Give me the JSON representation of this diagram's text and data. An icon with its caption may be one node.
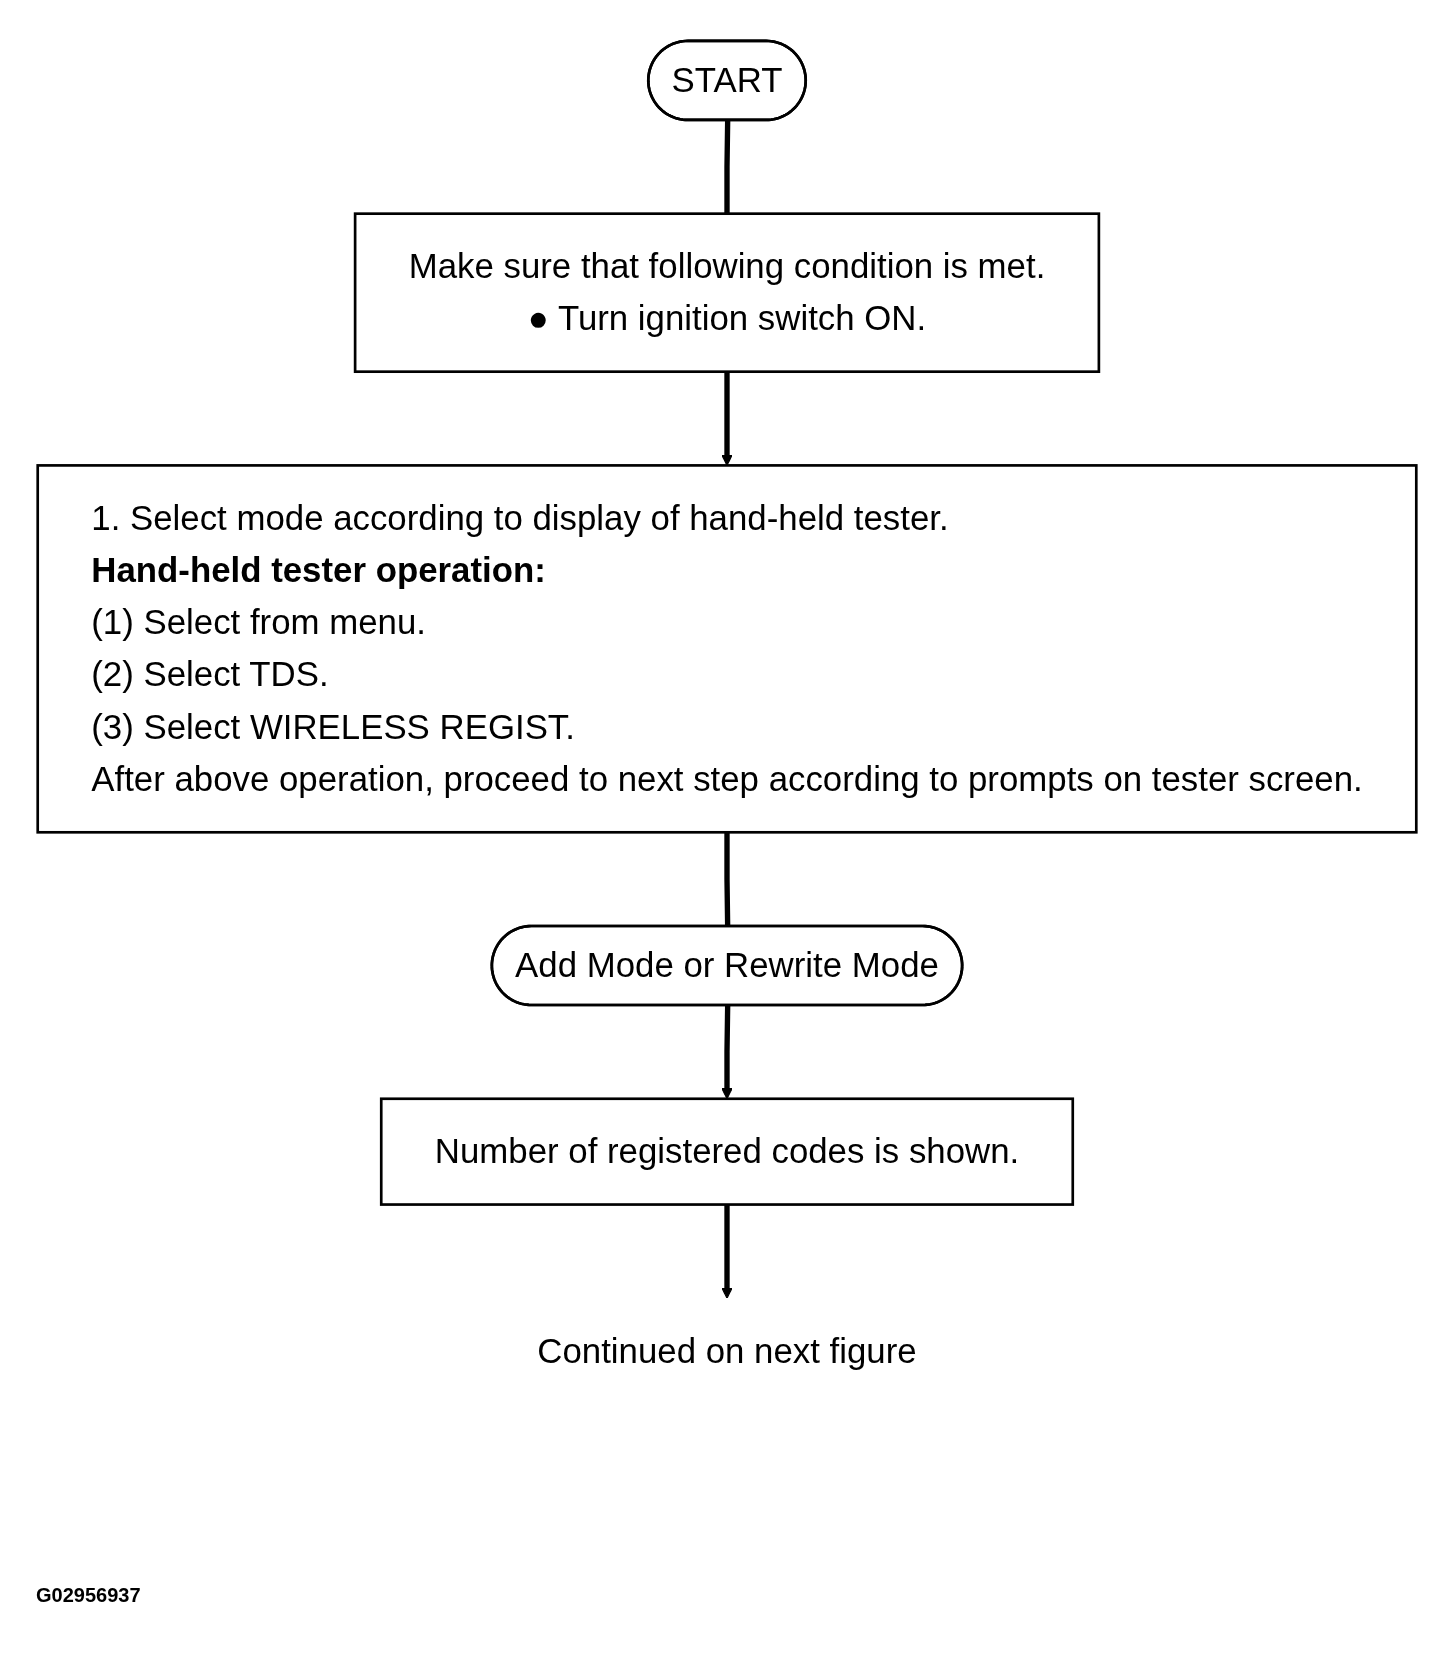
{
  "diagram": {
    "nodes": [
      {
        "text": [
          "START"
        ]
      },
      {
        "text": [
          "Make sure that following condition is met.",
          "● Turn ignition switch ON."
        ]
      },
      {
        "text": [
          "1. Select mode according to display of hand-held tester.",
          "Hand-held tester operation:",
          "(1) Select from menu.",
          "(2) Select TDS.",
          "(3) Select WIRELESS REGIST.",
          "After above operation, proceed to next step according to prompts on tester screen."
        ]
      },
      {
        "text": [
          "Add Mode or Rewrite Mode"
        ]
      },
      {
        "text": [
          "Number of registered codes is shown."
        ]
      },
      {
        "text": [
          "Continued on next figure"
        ]
      }
    ],
    "edges": [
      {
        "from": 0,
        "to": 1,
        "arrow": "none"
      },
      {
        "from": 1,
        "to": 2,
        "arrow": "to"
      },
      {
        "from": 2,
        "to": 3,
        "arrow": "none"
      },
      {
        "from": 3,
        "to": 4,
        "arrow": "to"
      },
      {
        "from": 4,
        "to": 5,
        "arrow": "to"
      }
    ],
    "labels": [
      "G02956937"
    ]
  }
}
